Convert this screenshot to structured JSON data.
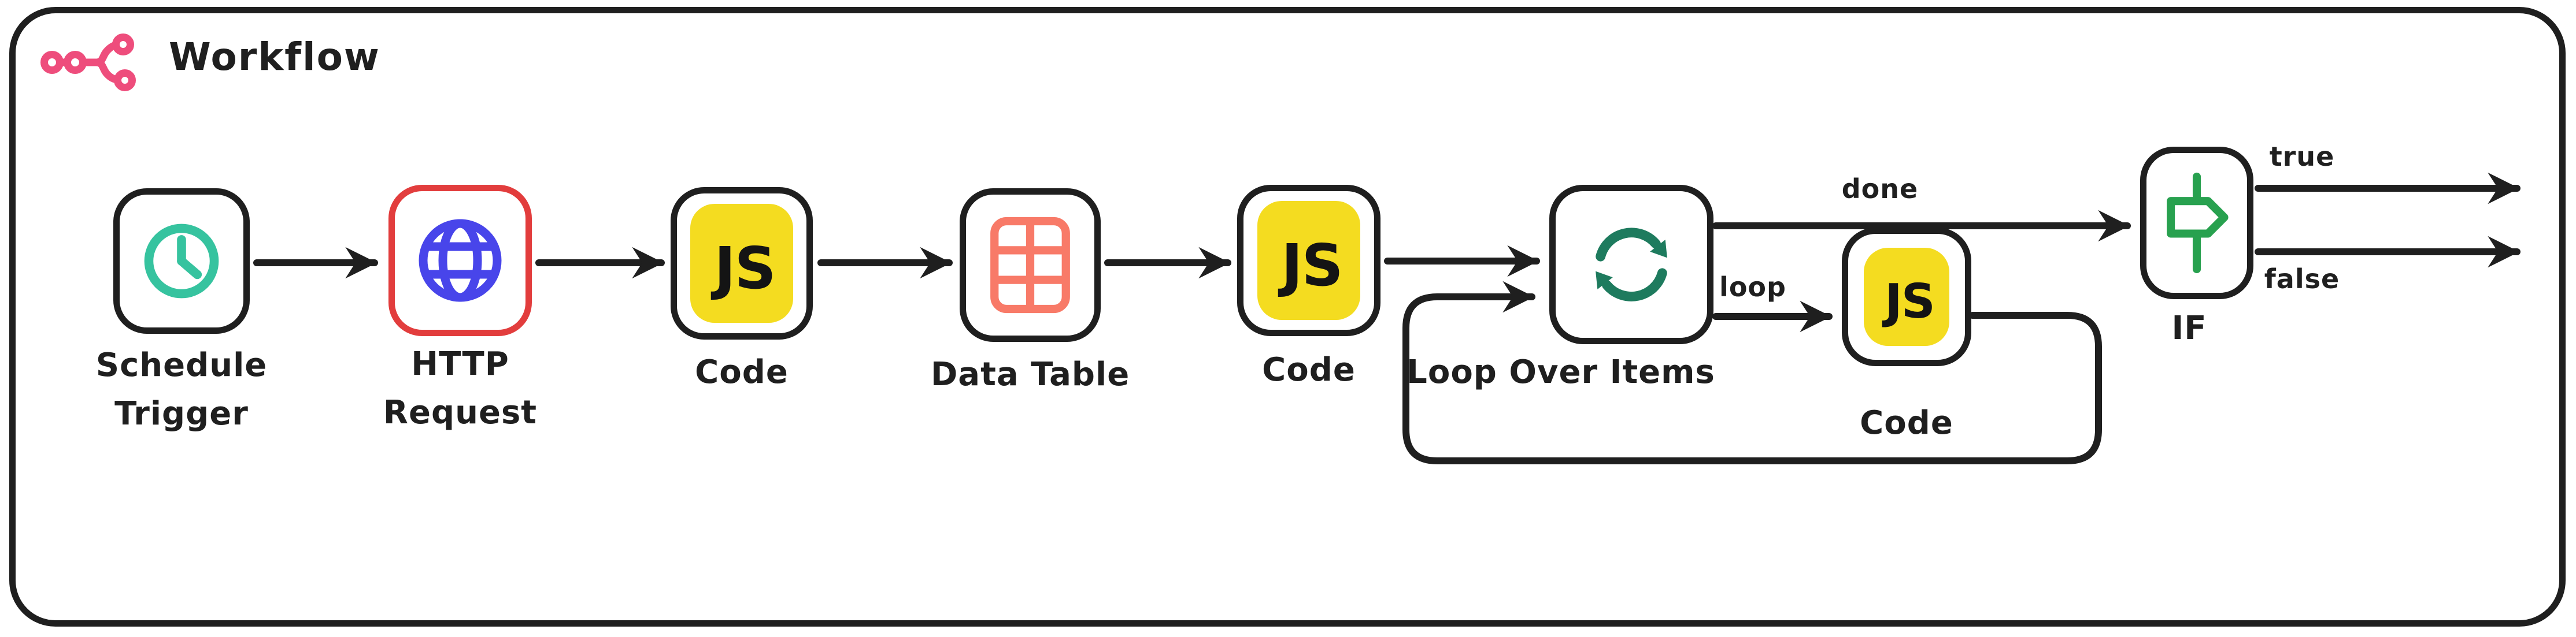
{
  "header": {
    "title": "Workflow",
    "logo_icon": "n8n-branch-logo",
    "logo_color": "#EE4D7C"
  },
  "colors": {
    "stroke": "#1F1F1F",
    "schedule_teal": "#36C39F",
    "http_blue": "#4845EA",
    "http_border_red": "#E23D3D",
    "code_yellow": "#F4DC20",
    "table_salmon": "#F87A68",
    "loop_green": "#1E7B5E",
    "if_green": "#28A14F"
  },
  "nodes": [
    {
      "id": "schedule-trigger",
      "label": "Schedule",
      "label2": "Trigger",
      "icon": "clock-icon"
    },
    {
      "id": "http-request",
      "label": "HTTP",
      "label2": "Request",
      "icon": "globe-icon"
    },
    {
      "id": "code-1",
      "label": "Code",
      "icon": "js-icon",
      "badge": "JS"
    },
    {
      "id": "data-table",
      "label": "Data Table",
      "icon": "table-icon"
    },
    {
      "id": "code-2",
      "label": "Code",
      "icon": "js-icon",
      "badge": "JS"
    },
    {
      "id": "loop-over-items",
      "label": "Loop Over Items",
      "icon": "loop-sync-icon"
    },
    {
      "id": "code-loop",
      "label": "Code",
      "icon": "js-icon",
      "badge": "JS"
    },
    {
      "id": "if",
      "label": "IF",
      "icon": "signpost-icon"
    }
  ],
  "edge_labels": {
    "done": "done",
    "loop": "loop",
    "true_branch": "true",
    "false_branch": "false"
  }
}
